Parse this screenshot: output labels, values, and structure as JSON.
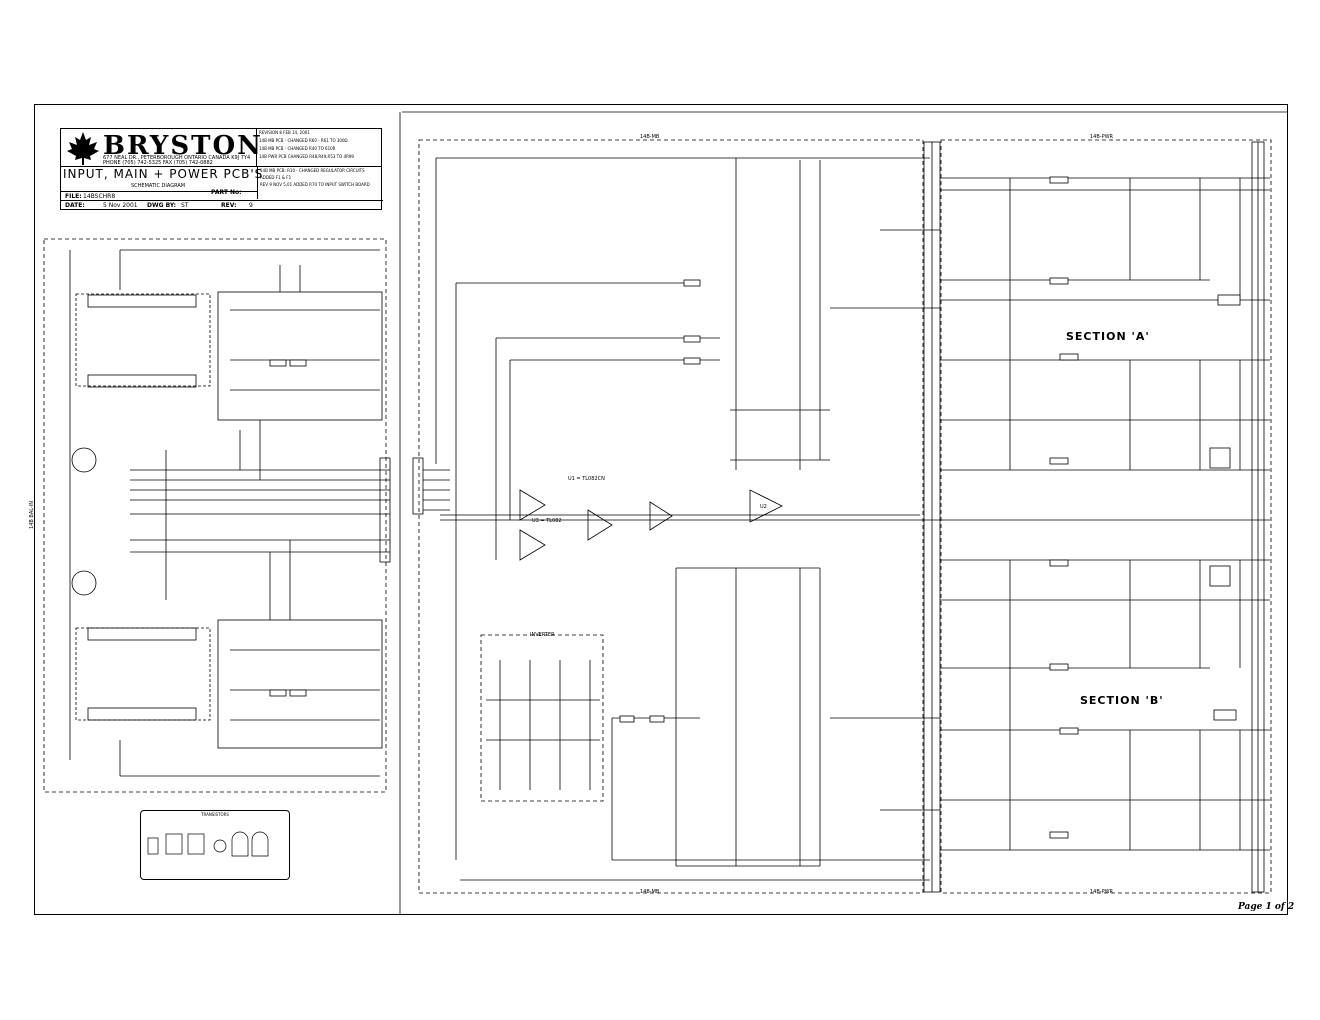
{
  "title_block": {
    "company": "BRYSTON",
    "address_line1": "677 NEAL DR., PETERBOROUGH ONTARIO CANADA K9J 7Y4",
    "address_line2": "PHONE (705) 742-5325    FAX (705) 742-0882",
    "revisions": [
      "REVISION 8 FEB 14, 2001",
      "14B MB PCB - CHANGED R60 - R61 TO 300Ω",
      "14B MB PCB - CHANGED R40 TO 610R",
      "14B PWR PCB CHANGED R48,R49,R53 TO 4R99"
    ],
    "notes": [
      "14B MB PCB: R10 - CHANGED REGULATOR CIRCUITS",
      "ADDED F1 & F1",
      "REV 9 NOV 5,01 ADDED R70 TO INPUT SWITCH BOARD"
    ],
    "title": "INPUT, MAIN + POWER PCB'S",
    "subtitle": "SCHEMATIC DIAGRAM",
    "part_label": "PART No:",
    "file_label": "FILE:",
    "file_value": "14BSCHR8",
    "date_label": "DATE:",
    "date_value": "5 Nov 2001",
    "dwg_label": "DWG BY:",
    "dwg_value": "ST",
    "rev_label": "REV:",
    "rev_value": "9"
  },
  "labels": {
    "mb_top": "14B-MB",
    "pwr_top": "14B-PWR",
    "mb_bottom": "14B-MB",
    "pwr_bottom": "14B-PWR",
    "bal_in": "14B BAL-IN",
    "section_a": "SECTION 'A'",
    "section_b": "SECTION 'B'",
    "inverter": "INVERTER",
    "transistors": "TRANSISTORS",
    "u1": "U1 = TL082CN",
    "u2": "U2",
    "u3": "U3 = TL082",
    "page": "Page 1 of 2"
  }
}
